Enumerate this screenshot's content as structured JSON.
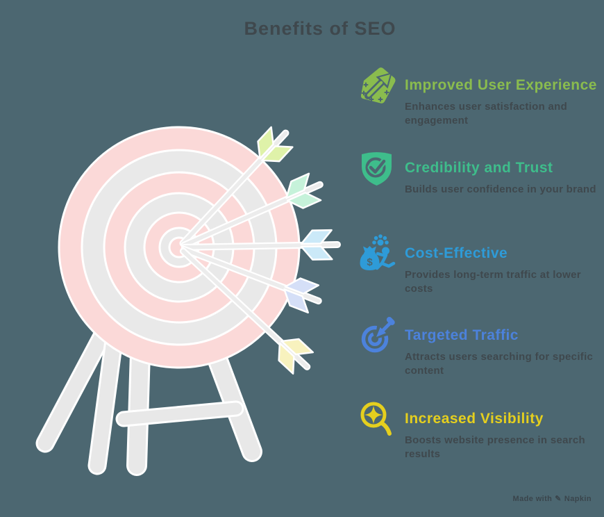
{
  "title": "Benefits of SEO",
  "colors": {
    "background": "#4C6771",
    "heading-text": "#3F484D",
    "body-text": "#3F484D",
    "ring-pink": "#FBD9D8",
    "ring-gray": "#E9E9E9",
    "ring-outline": "#FFFFFF",
    "stand": "#E8E8E8",
    "arrow-shaft": "#ECECEC",
    "fletch-1": "#DFF2A9",
    "fletch-2": "#C6F2DA",
    "fletch-3": "#CBE9F8",
    "fletch-4": "#D5DFF7",
    "fletch-5": "#F8F2BE",
    "watermark-text": "#3A454C"
  },
  "benefits": [
    {
      "title": "Improved User Experience",
      "description": "Enhances user satisfaction and engagement",
      "accent": "#8ABC4E",
      "icon": "sparkle-arrow-icon"
    },
    {
      "title": "Credibility and Trust",
      "description": "Builds user confidence in your brand",
      "accent": "#3EBD8B",
      "icon": "shield-check-icon"
    },
    {
      "title": "Cost-Effective",
      "description": "Provides long-term traffic at lower costs",
      "accent": "#2E9BD8",
      "icon": "cost-savings-icon"
    },
    {
      "title": "Targeted Traffic",
      "description": "Attracts users searching for specific content",
      "accent": "#4C82DC",
      "icon": "target-arrow-icon"
    },
    {
      "title": "Increased Visibility",
      "description": "Boosts website presence in search results",
      "accent": "#E5CF1E",
      "icon": "magnifier-sparkle-icon"
    }
  ],
  "illustration": {
    "name": "archery-target-with-five-arrows",
    "rings": 7,
    "arrows": 5
  },
  "watermark": {
    "prefix": "Made with",
    "brand": "Napkin",
    "icon": "pen-icon"
  }
}
